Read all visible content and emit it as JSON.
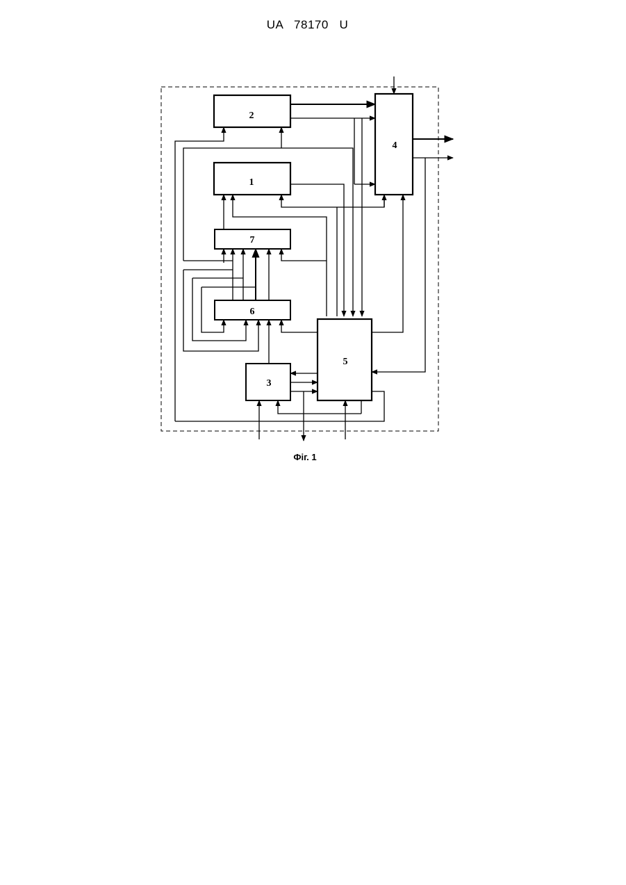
{
  "document": {
    "header": "UA   78170   U"
  },
  "figure": {
    "caption": "Фіг. 1",
    "blocks": [
      {
        "id": "block-1",
        "label": "1"
      },
      {
        "id": "block-2",
        "label": "2"
      },
      {
        "id": "block-3",
        "label": "3"
      },
      {
        "id": "block-4",
        "label": "4"
      },
      {
        "id": "block-5",
        "label": "5"
      },
      {
        "id": "block-6",
        "label": "6"
      },
      {
        "id": "block-7",
        "label": "7"
      }
    ],
    "colors": {
      "line": "#000000",
      "background": "#ffffff"
    }
  }
}
